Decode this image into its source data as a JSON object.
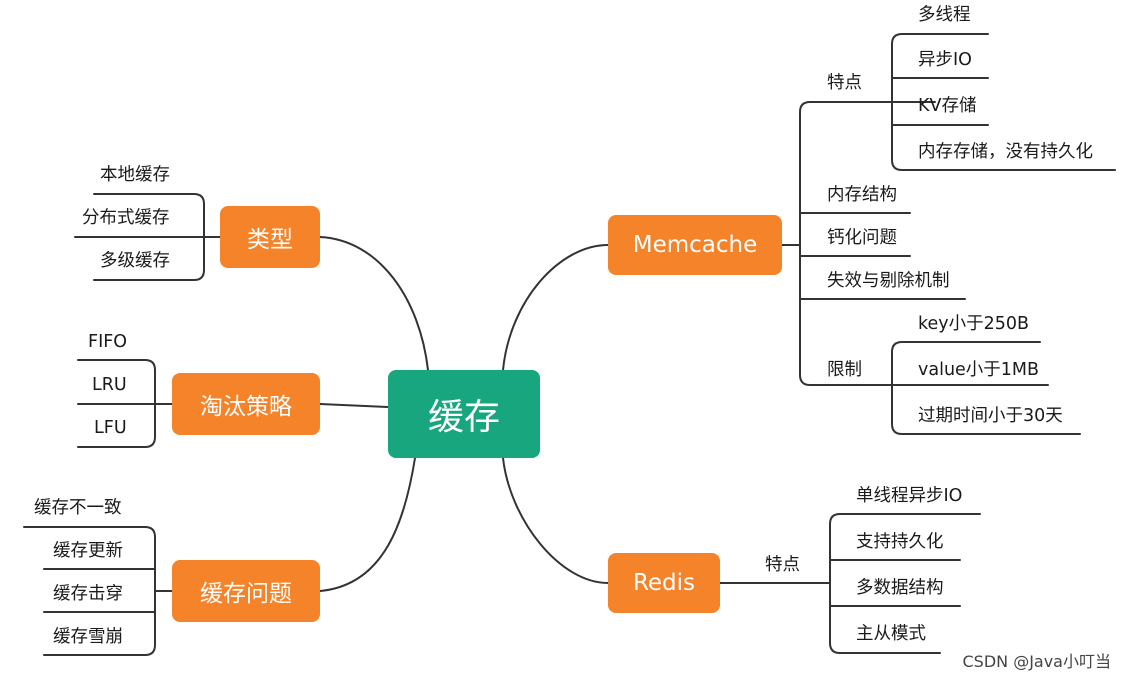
{
  "center": {
    "label": "缓存"
  },
  "left": {
    "types": {
      "label": "类型",
      "items": [
        "本地缓存",
        "分布式缓存",
        "多级缓存"
      ]
    },
    "eviction": {
      "label": "淘汰策略",
      "items": [
        "FIFO",
        "LRU",
        "LFU"
      ]
    },
    "issues": {
      "label": "缓存问题",
      "items": [
        "缓存不一致",
        "缓存更新",
        "缓存击穿",
        "缓存雪崩"
      ]
    }
  },
  "right": {
    "memcache": {
      "label": "Memcache",
      "features": {
        "label": "特点",
        "items": [
          "多线程",
          "异步IO",
          "KV存储",
          "内存存储，没有持久化"
        ]
      },
      "memory_structure": "内存结构",
      "calcification": "钙化问题",
      "expiry": "失效与剔除机制",
      "limits": {
        "label": "限制",
        "items": [
          "key小于250B",
          "value小于1MB",
          "过期时间小于30天"
        ]
      }
    },
    "redis": {
      "label": "Redis",
      "features": {
        "label": "特点",
        "items": [
          "单线程异步IO",
          "支持持久化",
          "多数据结构",
          "主从模式"
        ]
      }
    }
  },
  "watermark": "CSDN @Java小叮当",
  "colors": {
    "center": "#17a67e",
    "branch": "#f5832a",
    "line": "#333333"
  }
}
